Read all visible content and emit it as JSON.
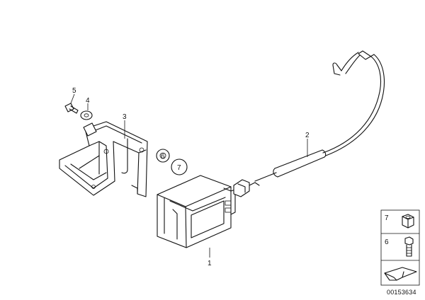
{
  "callouts": {
    "c1": "1",
    "c2": "2",
    "c3": "3",
    "c4": "4",
    "c5": "5",
    "c6": "6",
    "c7": "7"
  },
  "legend": {
    "item7": "7",
    "item6": "6"
  },
  "document_number": "00153634",
  "parts_icons": {
    "control_unit": "control-unit-icon",
    "wiring_harness": "wiring-harness-icon",
    "bracket": "mounting-bracket-icon",
    "washer": "washer-icon",
    "screw": "screw-icon",
    "nut": "hex-nut-icon",
    "bolt": "hex-bolt-icon",
    "plate": "bracket-plate-icon"
  }
}
